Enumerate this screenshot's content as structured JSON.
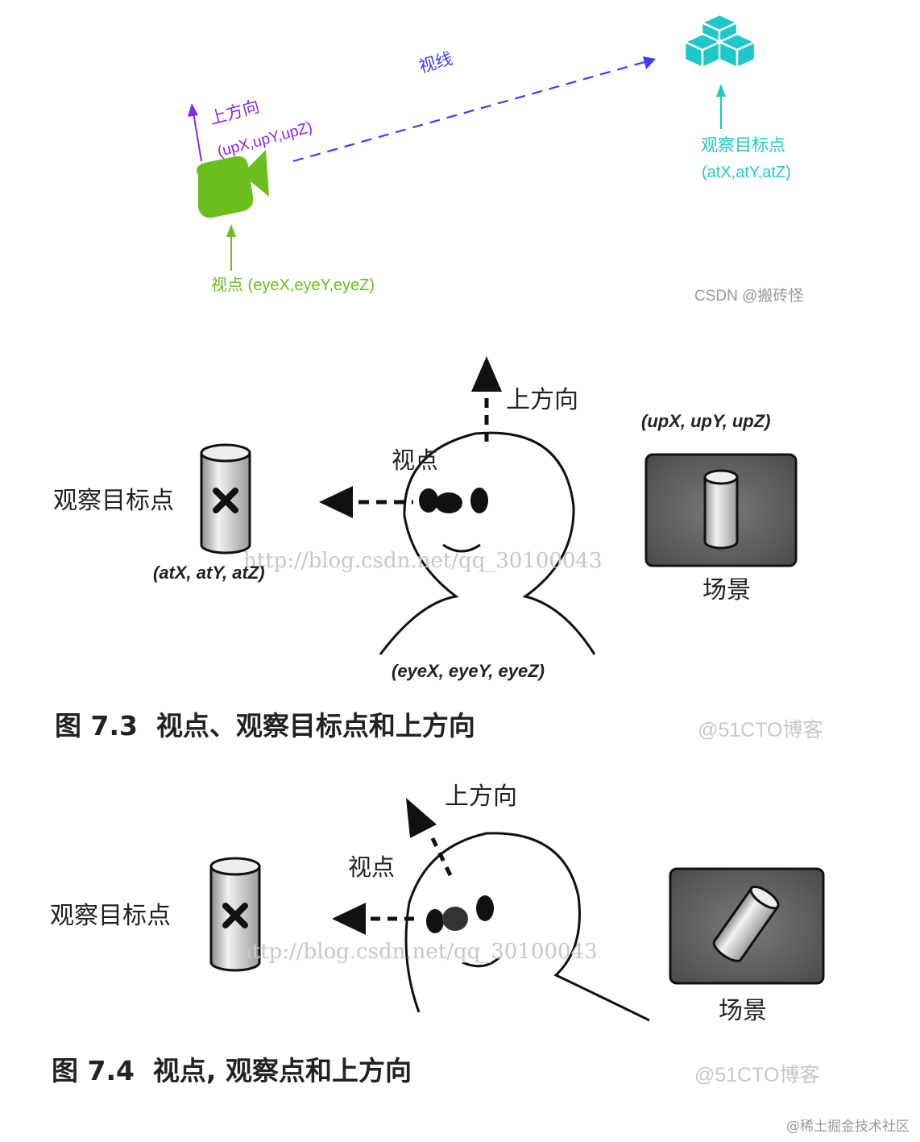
{
  "diagram1": {
    "line_of_sight": "视线",
    "up_label": "上方向",
    "up_coords": "(upX,upY,upZ)",
    "target_label": "观察目标点",
    "target_coords": "(atX,atY,atZ)",
    "eye_label": "视点 (eyeX,eyeY,eyeZ)",
    "watermark": "CSDN @搬砖怪",
    "colors": {
      "up": "#8b27e6",
      "sight": "#3b3bff",
      "target": "#1fc8c8",
      "eye": "#6abf1e"
    }
  },
  "figure73": {
    "up_label": "上方向",
    "up_coords": "(upX, upY, upZ)",
    "eye_label": "视点",
    "target_label": "观察目标点",
    "target_coords": "(atX, atY, atZ)",
    "scene_label": "场景",
    "eye_coords": "(eyeX, eyeY, eyeZ)",
    "url_watermark": "http://blog.csdn.net/qq_30100043",
    "caption": "图 7.3  视点、观察目标点和上方向",
    "watermark": "@51CTO博客"
  },
  "figure74": {
    "up_label": "上方向",
    "eye_label": "视点",
    "target_label": "观察目标点",
    "scene_label": "场景",
    "url_watermark": "http://blog.csdn.net/qq_30100043",
    "caption": "图 7.4  视点, 观察点和上方向",
    "watermark": "@51CTO博客"
  },
  "footer_watermark": "@稀土掘金技术社区"
}
